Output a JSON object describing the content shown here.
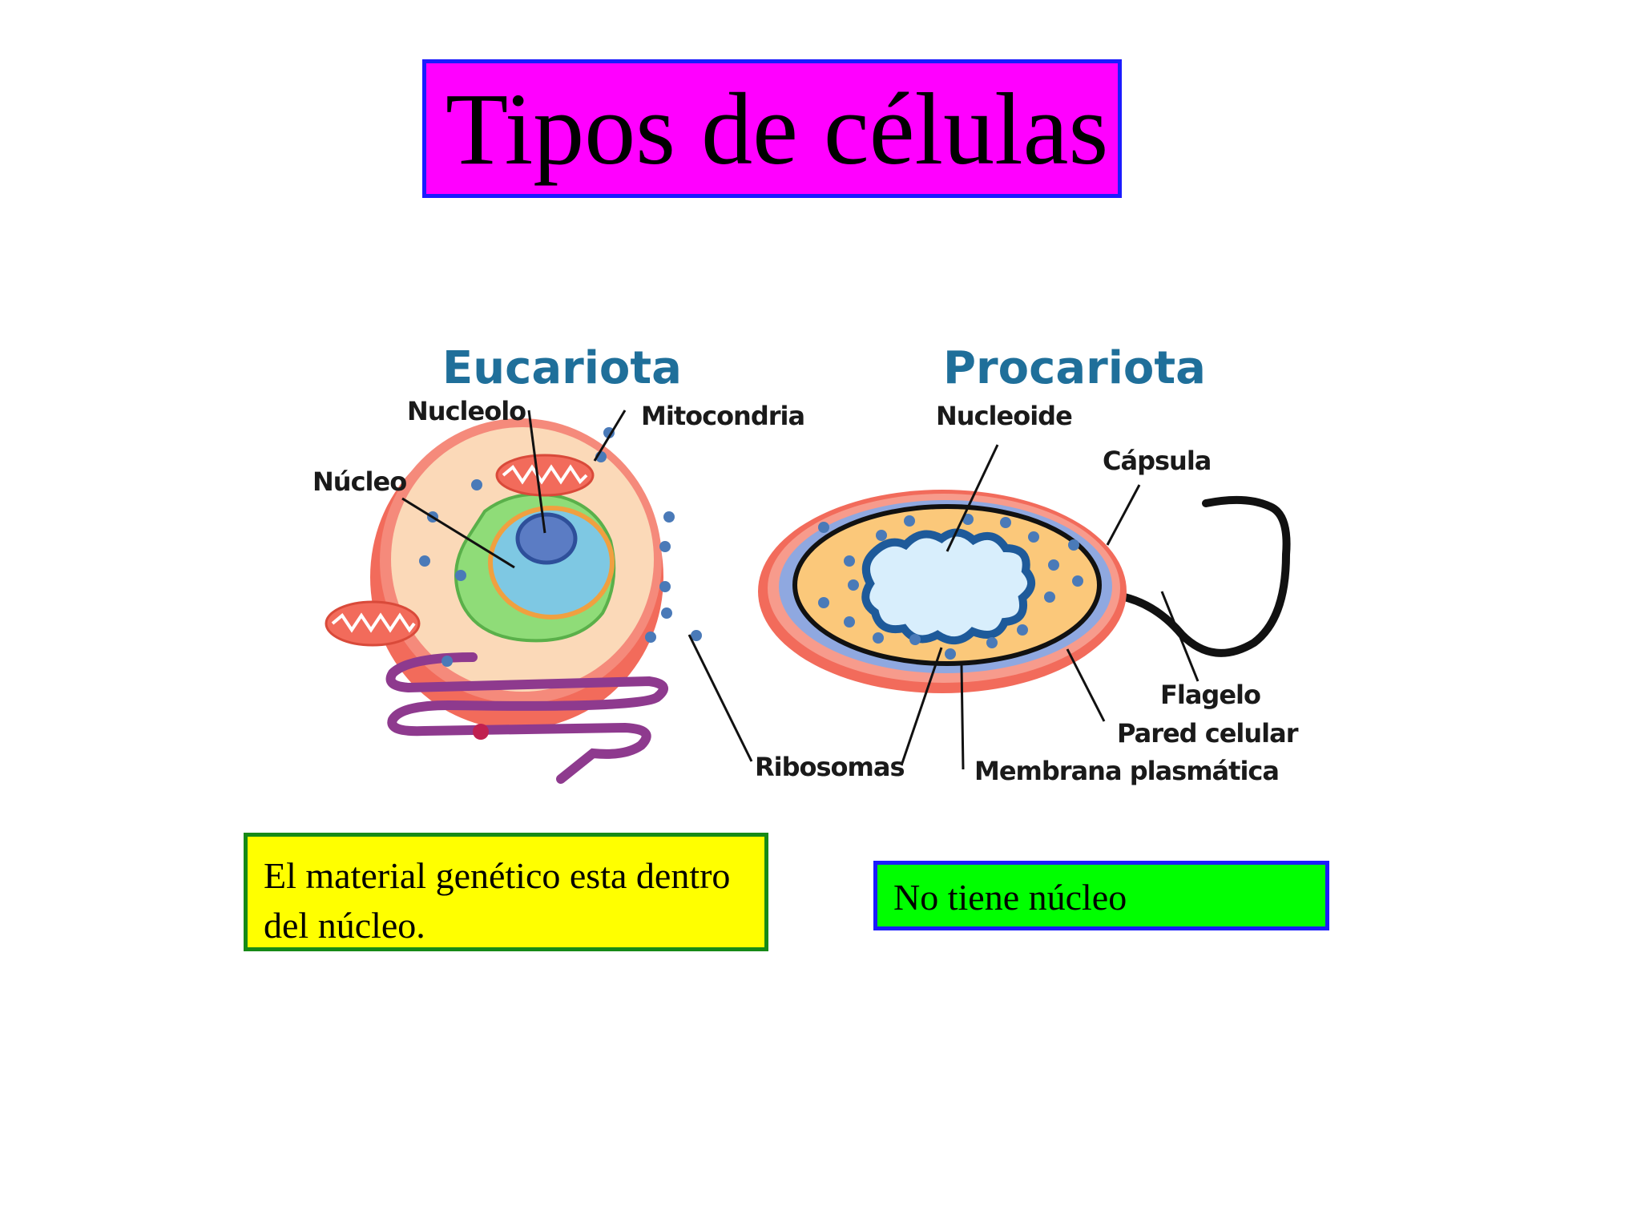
{
  "slide": {
    "title": "Tipos de células"
  },
  "diagram": {
    "eukaryote": {
      "heading": "Eucariota",
      "labels": {
        "nucleolus": "Nucleolo",
        "mitochondria": "Mitocondria",
        "nucleus": "Núcleo",
        "ribosomes": "Ribosomas"
      }
    },
    "prokaryote": {
      "heading": "Procariota",
      "labels": {
        "nucleoid": "Nucleoide",
        "capsule": "Cápsula",
        "flagellum": "Flagelo",
        "cell_wall": "Pared celular",
        "plasma_membrane": "Membrana plasmática"
      }
    },
    "colors": {
      "heading": "#1f6f9a",
      "cell_outer": "#f26b5b",
      "cytoplasm": "#fbd9b8",
      "nucleus": "#7ec8e3",
      "nucleolus": "#5b7cc4",
      "er_green": "#7fd36a",
      "golgi": "#8e3a8e",
      "bacteria_fill": "#fbc87a",
      "nucleoid": "#d8eefc",
      "ribosome": "#4a7ab8"
    }
  },
  "captions": {
    "eukaryote": "El material genético esta dentro del núcleo.",
    "prokaryote": "No tiene núcleo"
  }
}
